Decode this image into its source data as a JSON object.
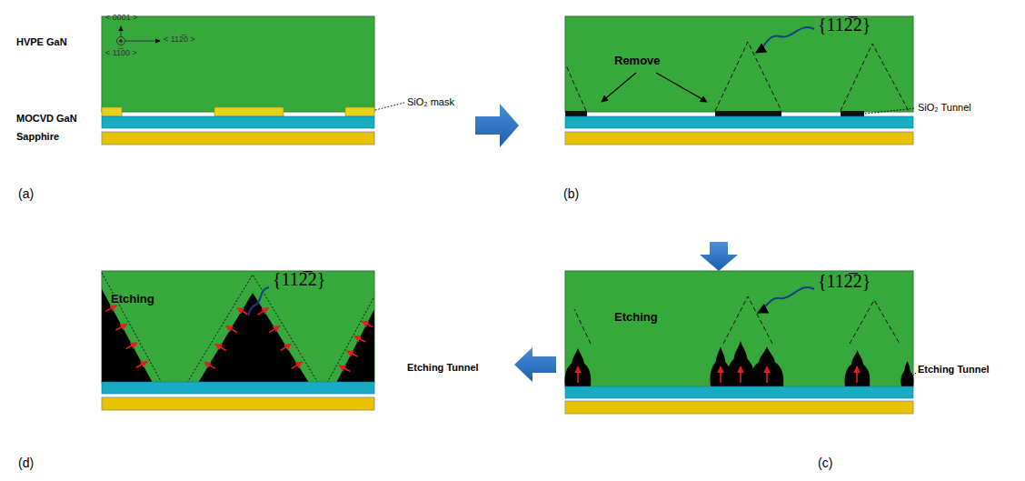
{
  "diagram": {
    "labels": [
      "< 0001 >",
      "< 112̅0 >",
      "< 11̅00 >",
      "HVPE GaN",
      "MOCVD GaN",
      "Sapphire",
      "SiO₂ mask",
      "(a)",
      "{112̅2}",
      "Remove",
      "SiO₂ Tunnel",
      "(b)",
      "{112̅2}",
      "Etching",
      "Etching Tunnel",
      "(c)",
      "{112̅2}",
      "Etching",
      "Etching Tunnel",
      "(d)"
    ]
  }
}
